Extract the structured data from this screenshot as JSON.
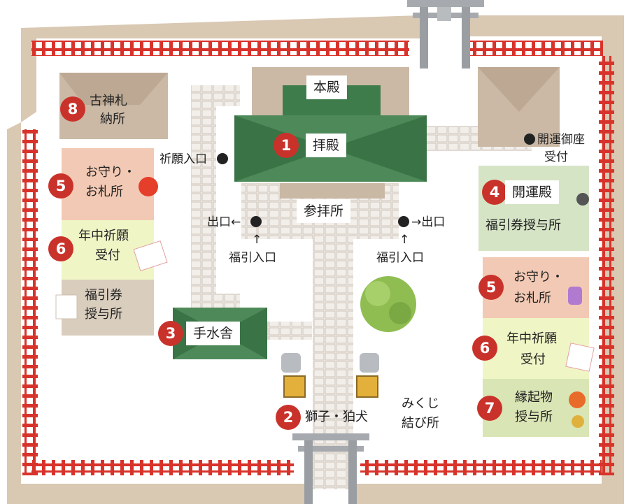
{
  "map": {
    "buildings": {
      "honden": {
        "label": "本殿"
      },
      "haiden": {
        "number": "1",
        "label": "拝殿"
      },
      "sanpaisho": {
        "label": "参拝所"
      },
      "chozuya": {
        "number": "3",
        "label": "手水舎"
      },
      "komainu": {
        "number": "2",
        "label": "獅子・狛犬"
      },
      "kaiunden": {
        "number": "4",
        "label": "開運殿",
        "sub": "福引券授与所"
      },
      "kofuda": {
        "number": "8",
        "line1": "古神札",
        "line2": "納所"
      }
    },
    "booths_left": [
      {
        "number": "5",
        "line1": "お守り・",
        "line2": "お札所",
        "color": "#f2c9b4"
      },
      {
        "number": "6",
        "line1": "年中祈願",
        "line2": "受付",
        "color": "#f0f5c6"
      },
      {
        "number": "",
        "line1": "福引券",
        "line2": "授与所",
        "color": "#d9cdbd"
      }
    ],
    "booths_right": [
      {
        "number": "5",
        "line1": "お守り・",
        "line2": "お札所",
        "color": "#f2c9b4"
      },
      {
        "number": "6",
        "line1": "年中祈願",
        "line2": "受付",
        "color": "#f0f5c6"
      },
      {
        "number": "7",
        "line1": "縁起物",
        "line2": "授与所",
        "color": "#d9e5b4"
      }
    ],
    "markers": {
      "kigan_entrance": "祈願入口",
      "kaiun_goza": "開運御座",
      "kaiun_goza_2": "受付",
      "exit_left": "出口←",
      "exit_right": "→出口",
      "fukubiki_left": "福引入口",
      "fukubiki_right": "福引入口",
      "arrow_up": "↑",
      "mikuji_1": "みくじ",
      "mikuji_2": "結び所"
    }
  },
  "colors": {
    "wall": "#d9c8b2",
    "fence": "#d8332b",
    "green_roof": "#3f7c4c",
    "stone": "#efebe6",
    "tan_roof": "#cbb9a6",
    "marker_red": "#c9322a"
  }
}
